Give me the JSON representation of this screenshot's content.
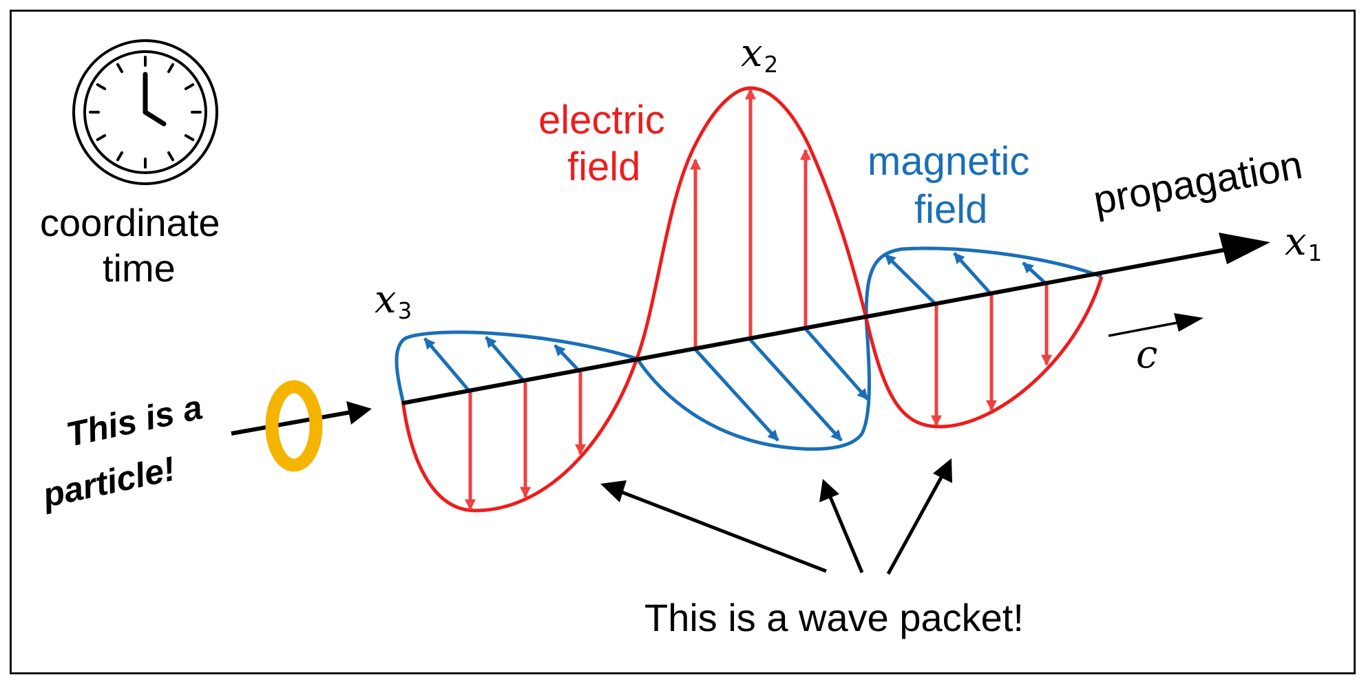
{
  "clock": {
    "label_line1": "coordinate",
    "label_line2": "time"
  },
  "axes": {
    "x1_var": "x",
    "x1_sub": "1",
    "x2_var": "x",
    "x2_sub": "2",
    "x3_var": "x",
    "x3_sub": "3"
  },
  "fields": {
    "electric_line1": "electric",
    "electric_line2": "field",
    "magnetic_line1": "magnetic",
    "magnetic_line2": "field"
  },
  "propagation": {
    "label": "propagation",
    "speed_symbol": "c"
  },
  "particle": {
    "line1": "This is a",
    "line2": "particle!"
  },
  "wave_packet": {
    "label": "This is a wave packet!"
  },
  "colors": {
    "electric": "#ee1c1c",
    "electric_arrow": "#f04040",
    "magnetic": "#1a6fb8",
    "particle": "#f5b400",
    "axis": "#000000"
  }
}
